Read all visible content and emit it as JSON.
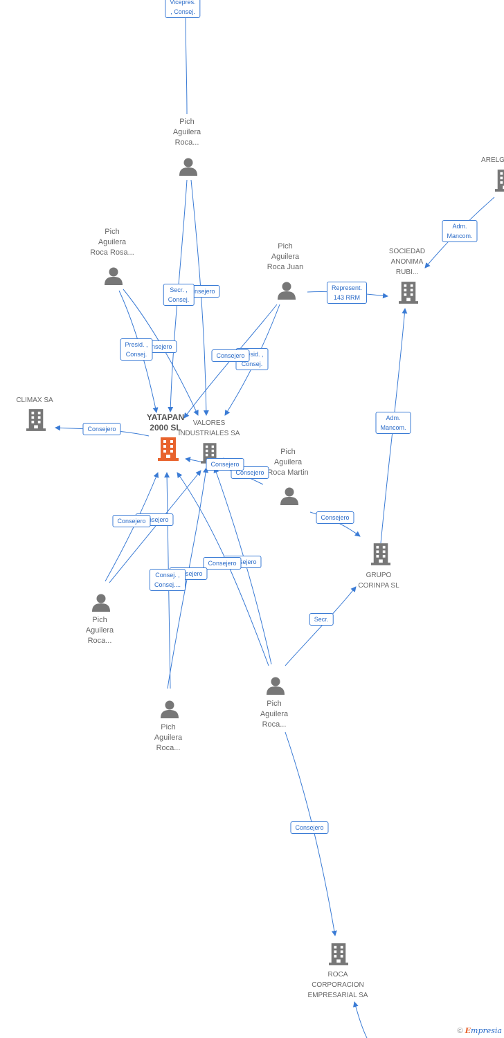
{
  "nodes": {
    "vicepres_top": {
      "label": ""
    },
    "pich_top": {
      "label": "Pich\nAguilera\nRoca..."
    },
    "pich_rosa": {
      "label": "Pich\nAguilera\nRoca Rosa..."
    },
    "pich_juan": {
      "label": "Pich\nAguilera\nRoca Juan"
    },
    "sociedad_anonima": {
      "label": "SOCIEDAD\nANONIMA\nRUBI..."
    },
    "arelg": {
      "label": "ARELG"
    },
    "climax": {
      "label": "CLIMAX SA"
    },
    "yatapan": {
      "label": "YATAPAN\n2000 SL"
    },
    "valores": {
      "label": "VALORES\nINDUSTRIALES SA"
    },
    "pich_martin": {
      "label": "Pich\nAguilera\nRoca Martin"
    },
    "grupo_corinpa": {
      "label": "GRUPO\nCORINPA SL"
    },
    "pich_left": {
      "label": "Pich\nAguilera\nRoca..."
    },
    "pich_bottom_left": {
      "label": "Pich\nAguilera\nRoca..."
    },
    "pich_center": {
      "label": "Pich\nAguilera\nRoca..."
    },
    "roca_corporacion": {
      "label": "ROCA\nCORPORACION\nEMPRESARIAL SA"
    }
  },
  "edge_labels": {
    "vicepres": "Vicepres.\n, Consej.",
    "adm_mancom_top": "Adm.\nMancom.",
    "represent": "Represent.\n143 RRM",
    "consejero_a": "Consejero",
    "secr_consej": "Secr. ,\nConsej.",
    "consejero_b": "Consejero",
    "presid_consej": "Presid. ,\nConsej.",
    "presid_consej_2": "Presid. ,\nConsej.",
    "consejero_c": "Consejero",
    "consejero_climax": "Consejero",
    "adm_mancom_mid": "Adm.\nMancom.",
    "consejero_d": "Consejero",
    "consejero_e": "Consejero",
    "consejero_grupo": "Consejero",
    "consejero_f": "Consejero",
    "consejero_g": "Consejero",
    "consejero_h": "Consejero",
    "consejero_i": "Consejero",
    "consej_consej": "Consej. ,\nConsej....",
    "consejero_j": "Consejero",
    "secr": "Secr.",
    "consejero_roca": "Consejero"
  },
  "footer": {
    "copyright": "©",
    "brand_first": "E",
    "brand_rest": "mpresia"
  },
  "colors": {
    "edge": "#3a7bd5",
    "icon": "#777777",
    "focus": "#e8632d"
  }
}
